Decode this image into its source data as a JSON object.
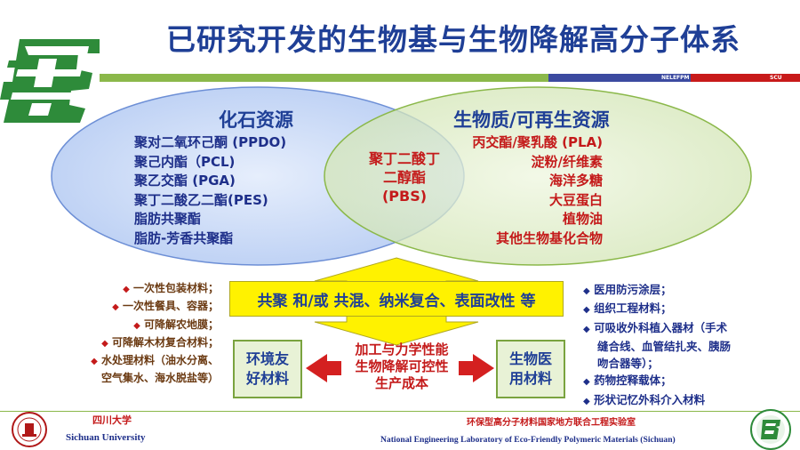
{
  "header": {
    "title": "已研究开发的生物基与生物降解高分子体系",
    "bar_codes": {
      "lab": "NELEFPM",
      "university": "SCU"
    },
    "colors": {
      "green": "#8bb84a",
      "blue": "#3c4aa0",
      "red": "#c81a1a"
    }
  },
  "venn": {
    "fossil": {
      "title": "化石资源",
      "items": [
        "聚对二氧环己酮 (PPDO)",
        "聚己内酯（PCL)",
        "聚乙交酯 (PGA)",
        "聚丁二酸乙二酯(PES)",
        "脂肪共聚酯",
        "脂肪-芳香共聚酯"
      ]
    },
    "bio": {
      "title": "生物质/可再生资源",
      "items": [
        "丙交酯/聚乳酸 (PLA)",
        "淀粉/纤维素",
        "海洋多糖",
        "大豆蛋白",
        "植物油",
        "其他生物基化合物"
      ]
    },
    "overlap": [
      "聚丁二酸丁",
      "二醇酯",
      "(PBS)"
    ]
  },
  "methods": {
    "center_bar": "共聚 和/或 共混、纳米复合、表面改性 等",
    "center_text": [
      "加工与力学性能",
      "生物降解可控性",
      "生产成本"
    ],
    "env_box": [
      "环境友",
      "好材料"
    ],
    "med_box": [
      "生物医",
      "用材料"
    ]
  },
  "applications": {
    "environmental": [
      "一次性包装材料；",
      "一次性餐具、容器；",
      "可降解农地膜；",
      "可降解木材复合材料；",
      "水处理材料（油水分离、",
      "空气集水、海水脱盐等）"
    ],
    "medical": [
      "医用防污涂层；",
      "组织工程材料；",
      "可吸收外科植入器材（手术",
      "缝合线、血管结扎夹、胰肠",
      "吻合器等）；",
      "药物控释载体；",
      "形状记忆外科介入材料"
    ]
  },
  "footer": {
    "university_cn": "四川大学",
    "university_en": "Sichuan University",
    "lab_cn": "环保型高分子材料国家地方联合工程实验室",
    "lab_en": "National Engineering Laboratory of Eco-Friendly Polymeric Materials (Sichuan)"
  },
  "icons": [
    "b-logo-icon",
    "scu-seal-icon",
    "diamond-bullet-icon"
  ]
}
